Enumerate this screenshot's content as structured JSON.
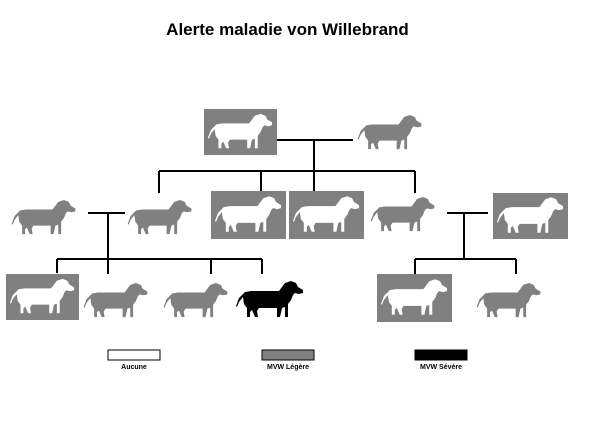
{
  "title": "Alerte maladie von Willebrand",
  "colors": {
    "aucune": "#ffffff",
    "legere": "#808080",
    "severe": "#000000",
    "line": "#000000"
  },
  "legend": [
    {
      "key": "aucune",
      "label": "Aucune"
    },
    {
      "key": "legere",
      "label": "MVW Légère"
    },
    {
      "key": "severe",
      "label": "MVW Sévère"
    }
  ],
  "dogs": [
    {
      "id": "gen1-sire",
      "status": "aucune",
      "boxed": true
    },
    {
      "id": "gen1-dam",
      "status": "legere",
      "boxed": false
    },
    {
      "id": "gen2-a-mate",
      "status": "legere",
      "boxed": false
    },
    {
      "id": "gen2-a",
      "status": "legere",
      "boxed": false
    },
    {
      "id": "gen2-b",
      "status": "aucune",
      "boxed": true
    },
    {
      "id": "gen2-c",
      "status": "aucune",
      "boxed": true
    },
    {
      "id": "gen2-d",
      "status": "legere",
      "boxed": false
    },
    {
      "id": "gen2-d-mate",
      "status": "aucune",
      "boxed": true
    },
    {
      "id": "gen3-a1",
      "status": "aucune",
      "boxed": true
    },
    {
      "id": "gen3-a2",
      "status": "legere",
      "boxed": false
    },
    {
      "id": "gen3-a3",
      "status": "legere",
      "boxed": false
    },
    {
      "id": "gen3-a4",
      "status": "severe",
      "boxed": false
    },
    {
      "id": "gen3-d1",
      "status": "aucune",
      "boxed": true
    },
    {
      "id": "gen3-d2",
      "status": "legere",
      "boxed": false
    }
  ]
}
